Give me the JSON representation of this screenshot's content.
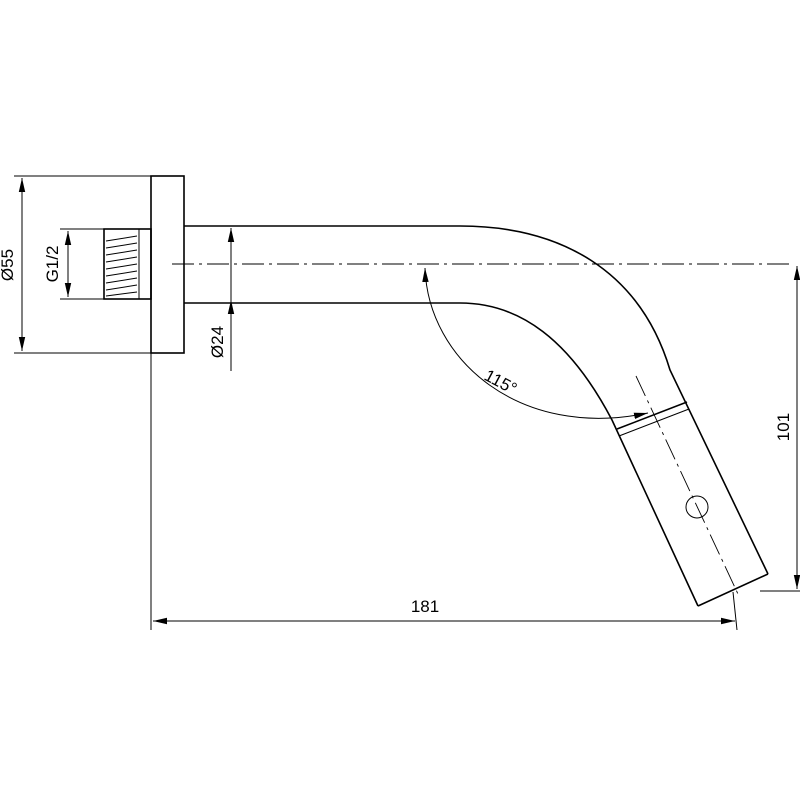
{
  "dimensions": {
    "flange_diameter": "Ø55",
    "thread": "G1/2",
    "pipe_diameter": "Ø24",
    "angle": "115°",
    "height": "101",
    "length": "181"
  }
}
